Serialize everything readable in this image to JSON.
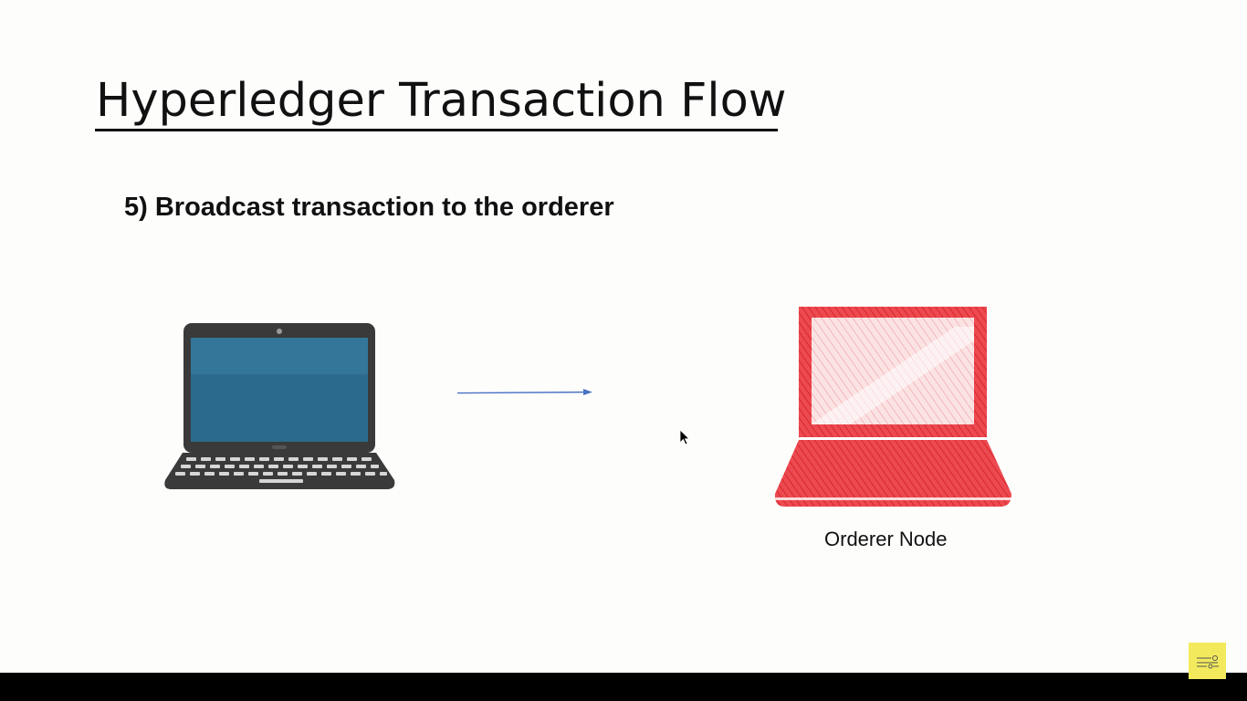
{
  "slide": {
    "title": "Hyperledger Transaction Flow",
    "step": "5) Broadcast transaction to the orderer",
    "orderer_label": "Orderer Node"
  },
  "icons": {
    "client": "laptop-icon",
    "orderer": "orderer-laptop-icon",
    "arrow": "arrow-right-icon",
    "cursor": "mouse-cursor-icon",
    "badge": "channel-logo-icon"
  },
  "colors": {
    "background": "#fdfdfc",
    "text": "#111111",
    "client_screen": "#2c6a8d",
    "laptop_body": "#3a3a3a",
    "orderer_red": "#e8333b",
    "arrow": "#4a72c4",
    "badge": "#f2ea5c",
    "bottom_bar": "#000000"
  }
}
